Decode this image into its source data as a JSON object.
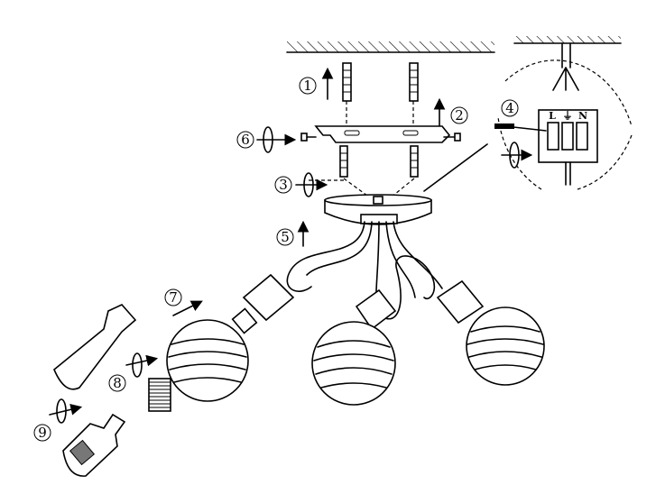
{
  "steps": [
    "1",
    "2",
    "3",
    "4",
    "5",
    "6",
    "7",
    "8",
    "9"
  ],
  "terminal_labels": {
    "live": "L",
    "neutral": "N",
    "earth": "⏚"
  },
  "colors": {
    "ink": "#000000",
    "paper": "#ffffff"
  }
}
